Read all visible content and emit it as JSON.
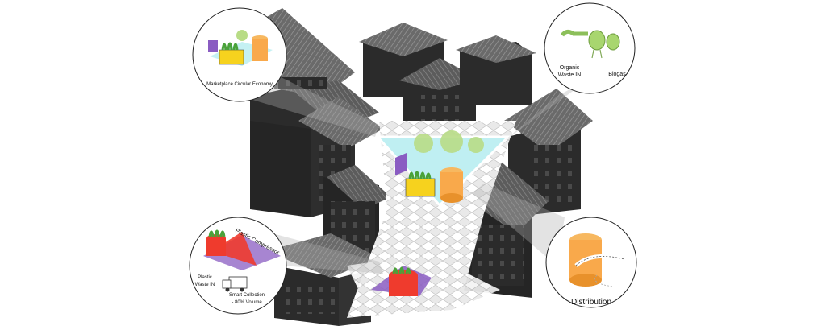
{
  "diagram": {
    "callouts": {
      "marketplace": {
        "label": "Marketplace Circular Economy"
      },
      "biogas": {
        "organic_label": "Organic",
        "waste_in_label": "Waste IN",
        "biogas_label": "Biogas"
      },
      "plastic": {
        "compressor_label": "Plastic Compressor",
        "plastic_label": "Plastic",
        "waste_in_label": "Waste IN",
        "smart_label": "Smart Collection",
        "volume_label": "- 80% Volume"
      },
      "distribution": {
        "label": "Distribution"
      }
    },
    "colors": {
      "building": "#2b2b2b",
      "roof": "#5a5a5a",
      "plaza": "#bfeff2",
      "accent_orange": "#f9a94b",
      "accent_red": "#ef3b2d",
      "accent_green": "#a8d66f",
      "accent_purple": "#8a5cc2",
      "accent_yellow": "#f6d21e"
    }
  }
}
